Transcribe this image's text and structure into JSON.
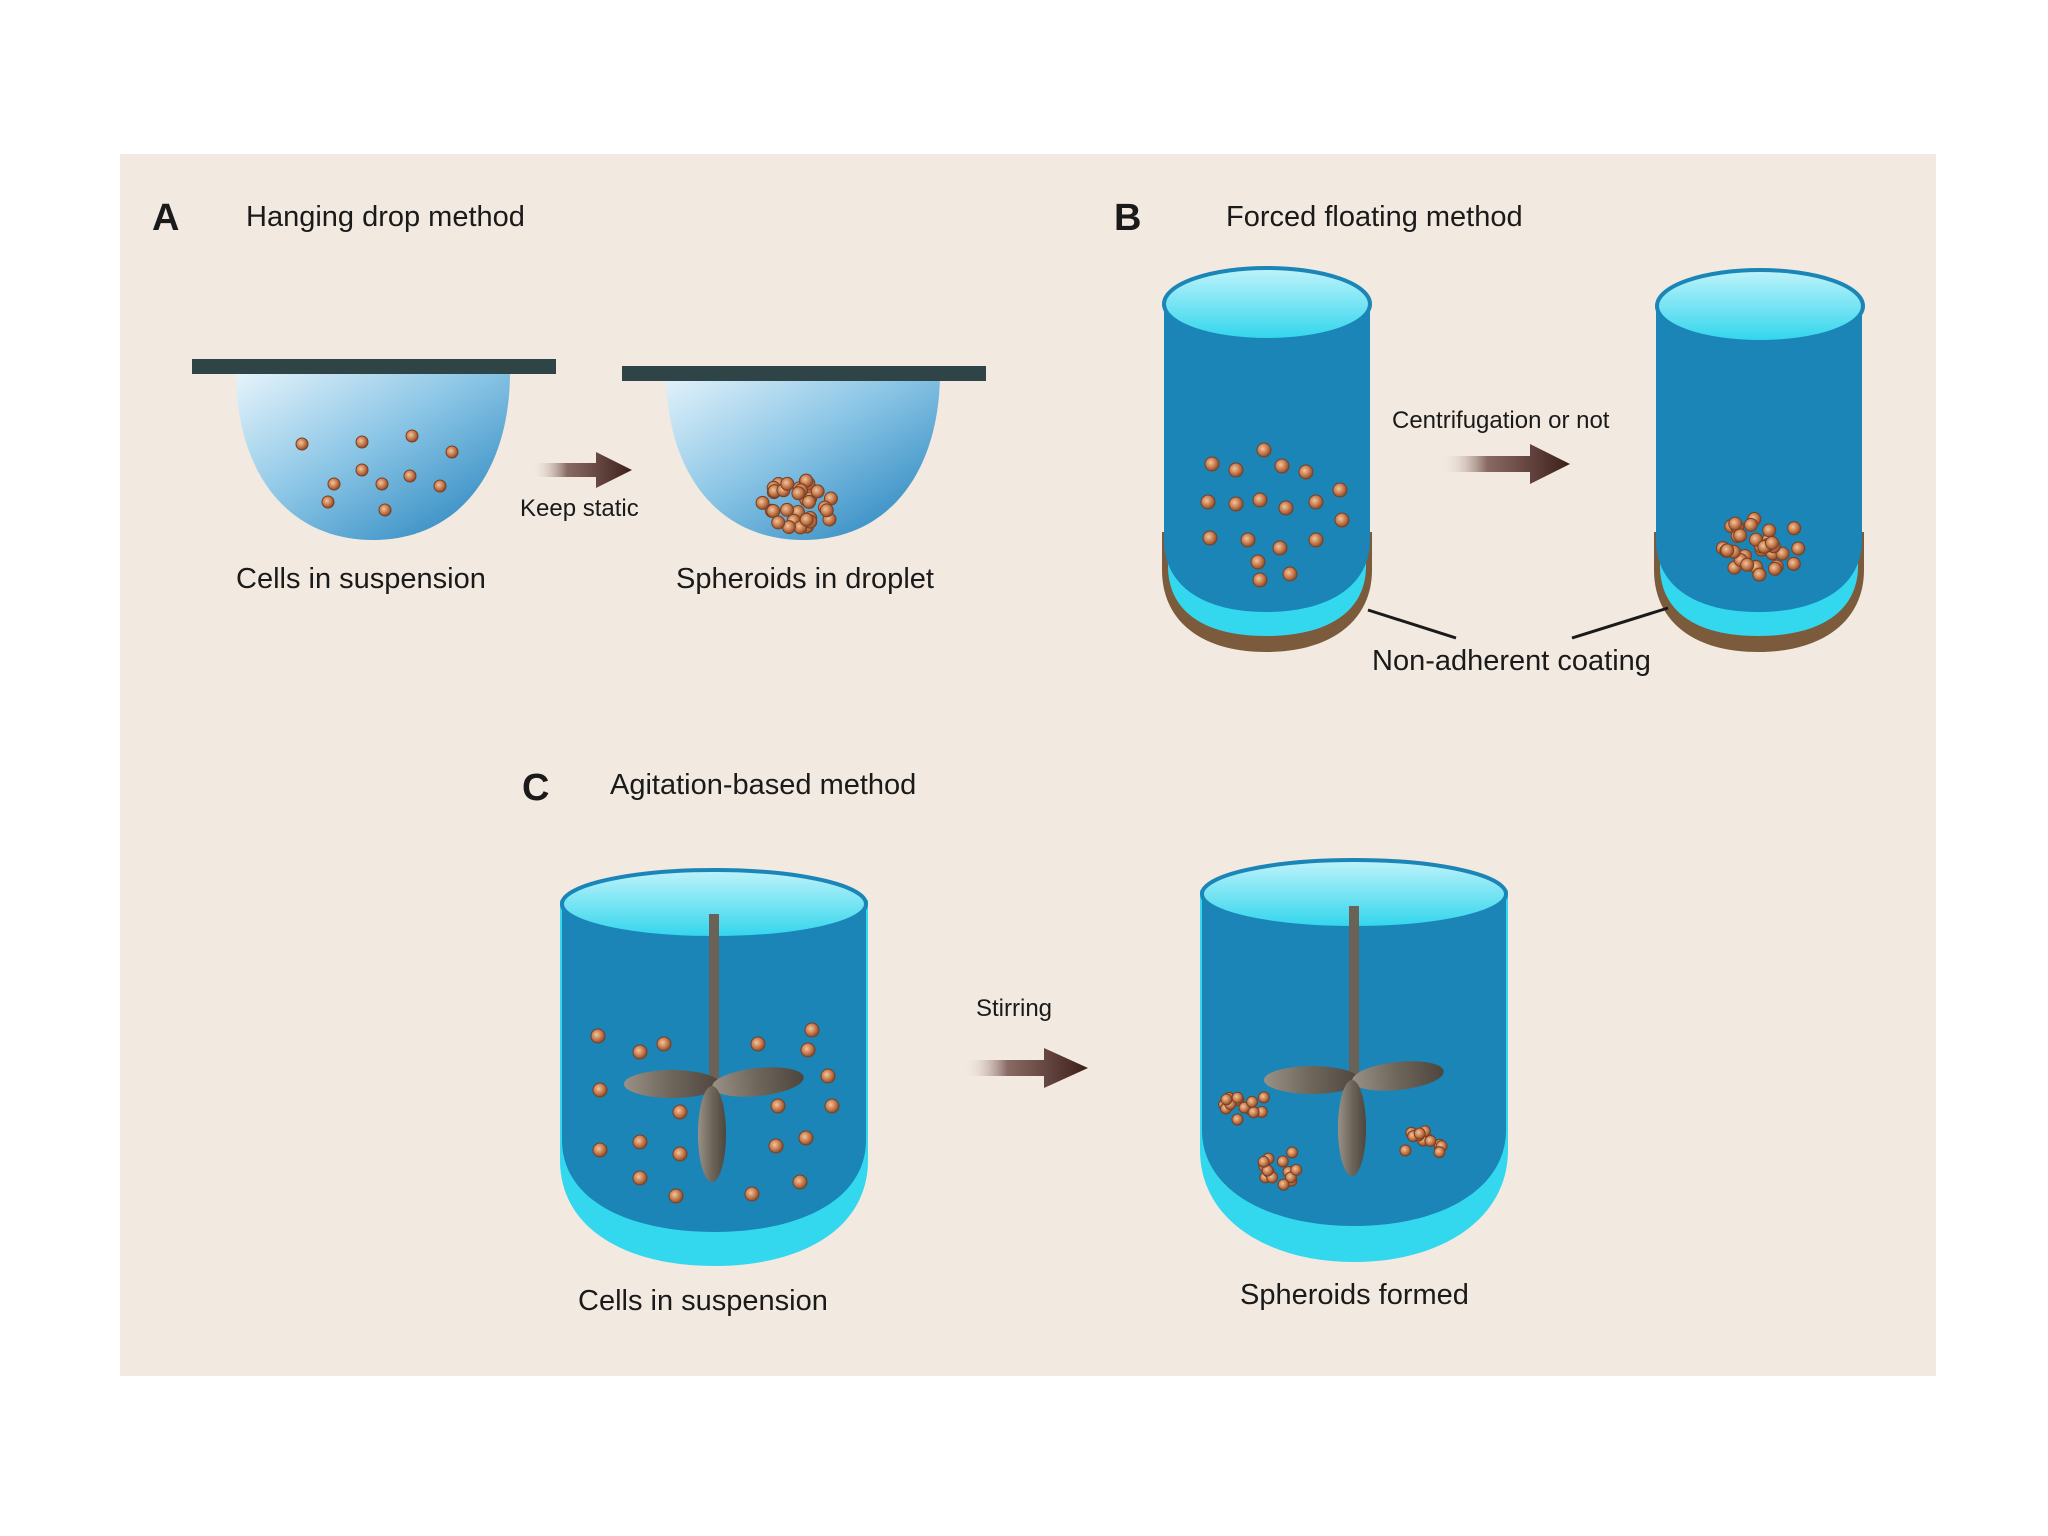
{
  "colors": {
    "panel_background": "#f2e9e0",
    "liquid": "#1a85b6",
    "liquid_light": "#34d8ee",
    "droplet": "#5aa8d6",
    "plate": "#2e4447",
    "coating": "#7c5b3c",
    "cell": "#c8835a",
    "arrow": "#4a2a25",
    "stirrer": "#6b6257"
  },
  "panel_a": {
    "letter": "A",
    "title": "Hanging drop method",
    "left_caption": "Cells in suspension",
    "arrow_label": "Keep static",
    "right_caption": "Spheroids in droplet"
  },
  "panel_b": {
    "letter": "B",
    "title": "Forced floating method",
    "arrow_label": "Centrifugation or not",
    "coating_label": "Non-adherent coating"
  },
  "panel_c": {
    "letter": "C",
    "title": "Agitation-based method",
    "arrow_label": "Stirring",
    "left_caption": "Cells in suspension",
    "right_caption": "Spheroids formed"
  }
}
